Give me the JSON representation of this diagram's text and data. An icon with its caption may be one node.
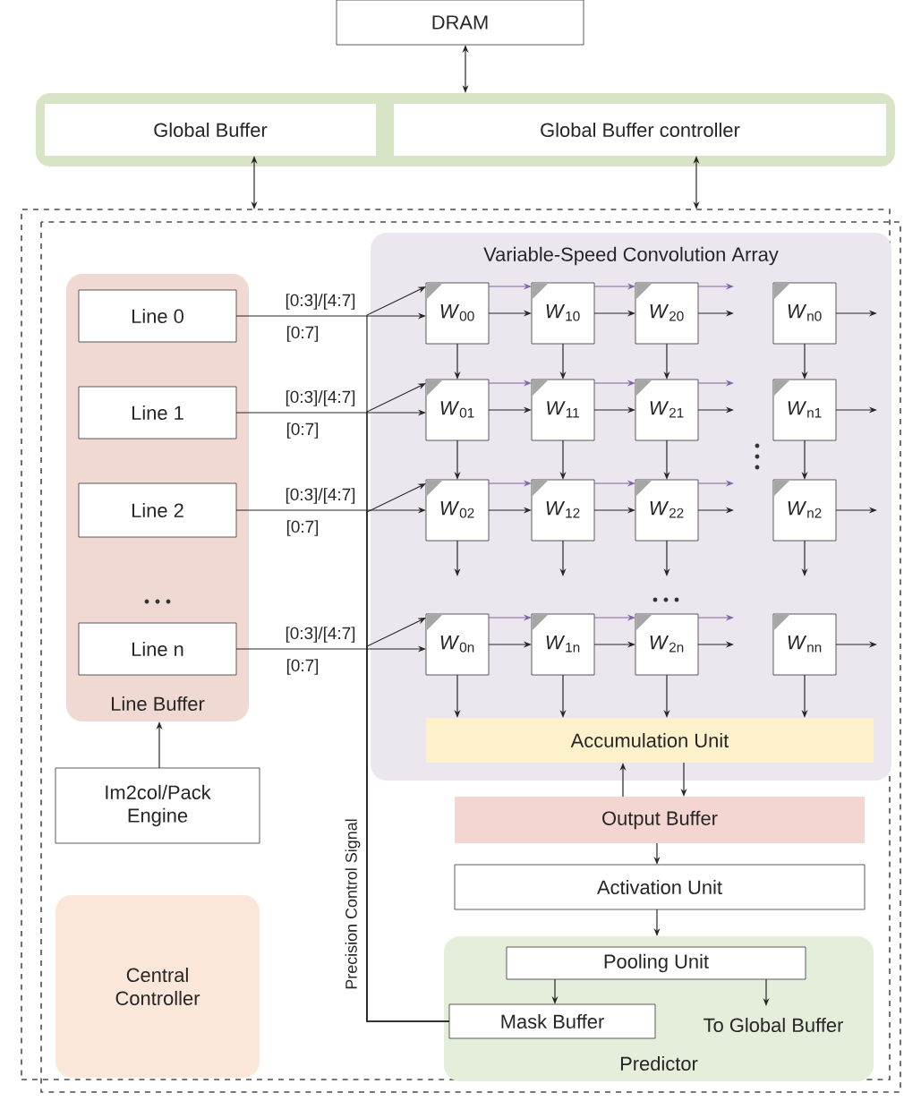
{
  "diagram": {
    "nodes": [
      {
        "text": [
          "DRAM"
        ]
      },
      {
        "text": [],
        "shape": "box"
      },
      {
        "text": [
          "Global Buffer"
        ],
        "in": 1
      },
      {
        "text": [
          "Global Buffer controller"
        ],
        "in": 1
      },
      {
        "text": [],
        "shape": "box"
      },
      {
        "text": [
          "Line Buffer"
        ],
        "in": 4
      },
      {
        "text": [
          "Line 0"
        ],
        "in": 5
      },
      {
        "text": [
          "Line 1"
        ],
        "in": 5
      },
      {
        "text": [
          "Line 2"
        ],
        "in": 5
      },
      {
        "text": [
          "Line n"
        ],
        "in": 5
      },
      {
        "text": [
          "Variable-Speed Convolution Array"
        ],
        "in": 4
      },
      {
        "text": [
          "*W*$_{00}$"
        ],
        "in": 10
      },
      {
        "text": [
          "*W*$_{10}$"
        ],
        "in": 10
      },
      {
        "text": [
          "*W*$_{20}$"
        ],
        "in": 10
      },
      {
        "text": [
          "*W*$_{n0}$"
        ],
        "in": 10
      },
      {
        "text": [
          "*W*$_{01}$"
        ],
        "in": 10
      },
      {
        "text": [
          "*W*$_{11}$"
        ],
        "in": 10
      },
      {
        "text": [
          "*W*$_{21}$"
        ],
        "in": 10
      },
      {
        "text": [
          "*W*$_{n1}$"
        ],
        "in": 10
      },
      {
        "text": [
          "*W*$_{02}$"
        ],
        "in": 10
      },
      {
        "text": [
          "*W*$_{12}$"
        ],
        "in": 10
      },
      {
        "text": [
          "*W*$_{22}$"
        ],
        "in": 10
      },
      {
        "text": [
          "*W*$_{n2}$"
        ],
        "in": 10
      },
      {
        "text": [
          "*W*$_{0n}$"
        ],
        "in": 10
      },
      {
        "text": [
          "*W*$_{1n}$"
        ],
        "in": 10
      },
      {
        "text": [
          "*W*$_{2n}$"
        ],
        "in": 10
      },
      {
        "text": [
          "*W*$_{nn}$"
        ],
        "in": 10
      },
      {
        "text": [
          "Accumulation Unit"
        ],
        "in": 10
      },
      {
        "text": [
          "Output Buffer"
        ],
        "in": 4
      },
      {
        "text": [
          "Activation Unit"
        ],
        "in": 4
      },
      {
        "text": [
          "Predictor"
        ],
        "in": 4
      },
      {
        "text": [
          "Pooling Unit"
        ],
        "in": 30
      },
      {
        "text": [
          "Mask Buffer"
        ],
        "in": 30
      },
      {
        "text": [
          "To Global Buffer"
        ],
        "in": 30
      },
      {
        "text": [
          "Im2col/Pack Engine"
        ],
        "in": 4
      },
      {
        "text": [
          "Central Controller"
        ],
        "in": 4
      }
    ],
    "edges": [
      {
        "from": 0,
        "to": 1,
        "arrow": "both"
      },
      {
        "from": 2,
        "to": 4,
        "arrow": "both"
      },
      {
        "from": 3,
        "to": 4,
        "arrow": "both"
      },
      {
        "from": 6,
        "to": 11,
        "arrow": "to",
        "label": "[0:3]/[4:7]"
      },
      {
        "from": 7,
        "to": 15,
        "arrow": "to",
        "label": "[0:3]/[4:7]"
      },
      {
        "from": 8,
        "to": 19,
        "arrow": "to",
        "label": "[0:3]/[4:7]"
      },
      {
        "from": 9,
        "to": 23,
        "arrow": "to",
        "label": "[0:3]/[4:7]"
      },
      {
        "from": 11,
        "to": 12,
        "arrow": "to"
      },
      {
        "from": 12,
        "to": 13,
        "arrow": "to"
      },
      {
        "from": 13,
        "to": null,
        "arrow": "to"
      },
      {
        "from": 14,
        "to": null,
        "arrow": "to"
      },
      {
        "from": 15,
        "to": 16,
        "arrow": "to"
      },
      {
        "from": 16,
        "to": 17,
        "arrow": "to"
      },
      {
        "from": 17,
        "to": null,
        "arrow": "to"
      },
      {
        "from": 18,
        "to": null,
        "arrow": "to"
      },
      {
        "from": 19,
        "to": 20,
        "arrow": "to"
      },
      {
        "from": 20,
        "to": 21,
        "arrow": "to"
      },
      {
        "from": 21,
        "to": null,
        "arrow": "to"
      },
      {
        "from": 22,
        "to": null,
        "arrow": "to"
      },
      {
        "from": 23,
        "to": 24,
        "arrow": "to"
      },
      {
        "from": 24,
        "to": 25,
        "arrow": "to"
      },
      {
        "from": 25,
        "to": null,
        "arrow": "to"
      },
      {
        "from": 26,
        "to": null,
        "arrow": "to"
      },
      {
        "from": 11,
        "to": 15,
        "arrow": "to"
      },
      {
        "from": 15,
        "to": 19,
        "arrow": "to"
      },
      {
        "from": 19,
        "to": null,
        "arrow": "to"
      },
      {
        "from": 23,
        "to": 27,
        "arrow": "to"
      },
      {
        "from": 12,
        "to": 16,
        "arrow": "to"
      },
      {
        "from": 16,
        "to": 20,
        "arrow": "to"
      },
      {
        "from": 20,
        "to": null,
        "arrow": "to"
      },
      {
        "from": 24,
        "to": 27,
        "arrow": "to"
      },
      {
        "from": 13,
        "to": 17,
        "arrow": "to"
      },
      {
        "from": 17,
        "to": 21,
        "arrow": "to"
      },
      {
        "from": 21,
        "to": null,
        "arrow": "to"
      },
      {
        "from": 25,
        "to": 27,
        "arrow": "to"
      },
      {
        "from": 14,
        "to": 18,
        "arrow": "to"
      },
      {
        "from": 18,
        "to": 22,
        "arrow": "to"
      },
      {
        "from": 22,
        "to": null,
        "arrow": "to"
      },
      {
        "from": 26,
        "to": 27,
        "arrow": "to"
      },
      {
        "from": 28,
        "to": 27,
        "arrow": "to"
      },
      {
        "from": 27,
        "to": 28,
        "arrow": "to"
      },
      {
        "from": 28,
        "to": 29,
        "arrow": "to"
      },
      {
        "from": 29,
        "to": 30,
        "arrow": "to"
      },
      {
        "from": 31,
        "to": 32,
        "arrow": "to"
      },
      {
        "from": 31,
        "to": 33,
        "arrow": "to"
      },
      {
        "from": 34,
        "to": 5,
        "arrow": "to"
      },
      {
        "from": 32,
        "to": 11,
        "arrow": "to"
      },
      {
        "from": 32,
        "to": 15,
        "arrow": "to"
      },
      {
        "from": 32,
        "to": 19,
        "arrow": "to"
      },
      {
        "from": 32,
        "to": 23,
        "arrow": "to"
      },
      {
        "from": 11,
        "to": 12,
        "arrow": "to",
        "color": "#7e64a8"
      },
      {
        "from": 12,
        "to": 13,
        "arrow": "to",
        "color": "#7e64a8"
      },
      {
        "from": 13,
        "to": null,
        "arrow": "to",
        "color": "#7e64a8"
      },
      {
        "from": 15,
        "to": 16,
        "arrow": "to",
        "color": "#7e64a8"
      },
      {
        "from": 16,
        "to": 17,
        "arrow": "to",
        "color": "#7e64a8"
      },
      {
        "from": 17,
        "to": null,
        "arrow": "to",
        "color": "#7e64a8"
      },
      {
        "from": 19,
        "to": 20,
        "arrow": "to",
        "color": "#7e64a8"
      },
      {
        "from": 20,
        "to": 21,
        "arrow": "to",
        "color": "#7e64a8"
      },
      {
        "from": 21,
        "to": null,
        "arrow": "to",
        "color": "#7e64a8"
      },
      {
        "from": 23,
        "to": 24,
        "arrow": "to",
        "color": "#7e64a8"
      },
      {
        "from": 24,
        "to": 25,
        "arrow": "to",
        "color": "#7e64a8"
      },
      {
        "from": 25,
        "to": null,
        "arrow": "to",
        "color": "#7e64a8"
      }
    ],
    "labels": [
      "[0:7]",
      "[0:7]",
      "[0:7]",
      "[0:7]",
      "Precision Control Signal"
    ]
  }
}
